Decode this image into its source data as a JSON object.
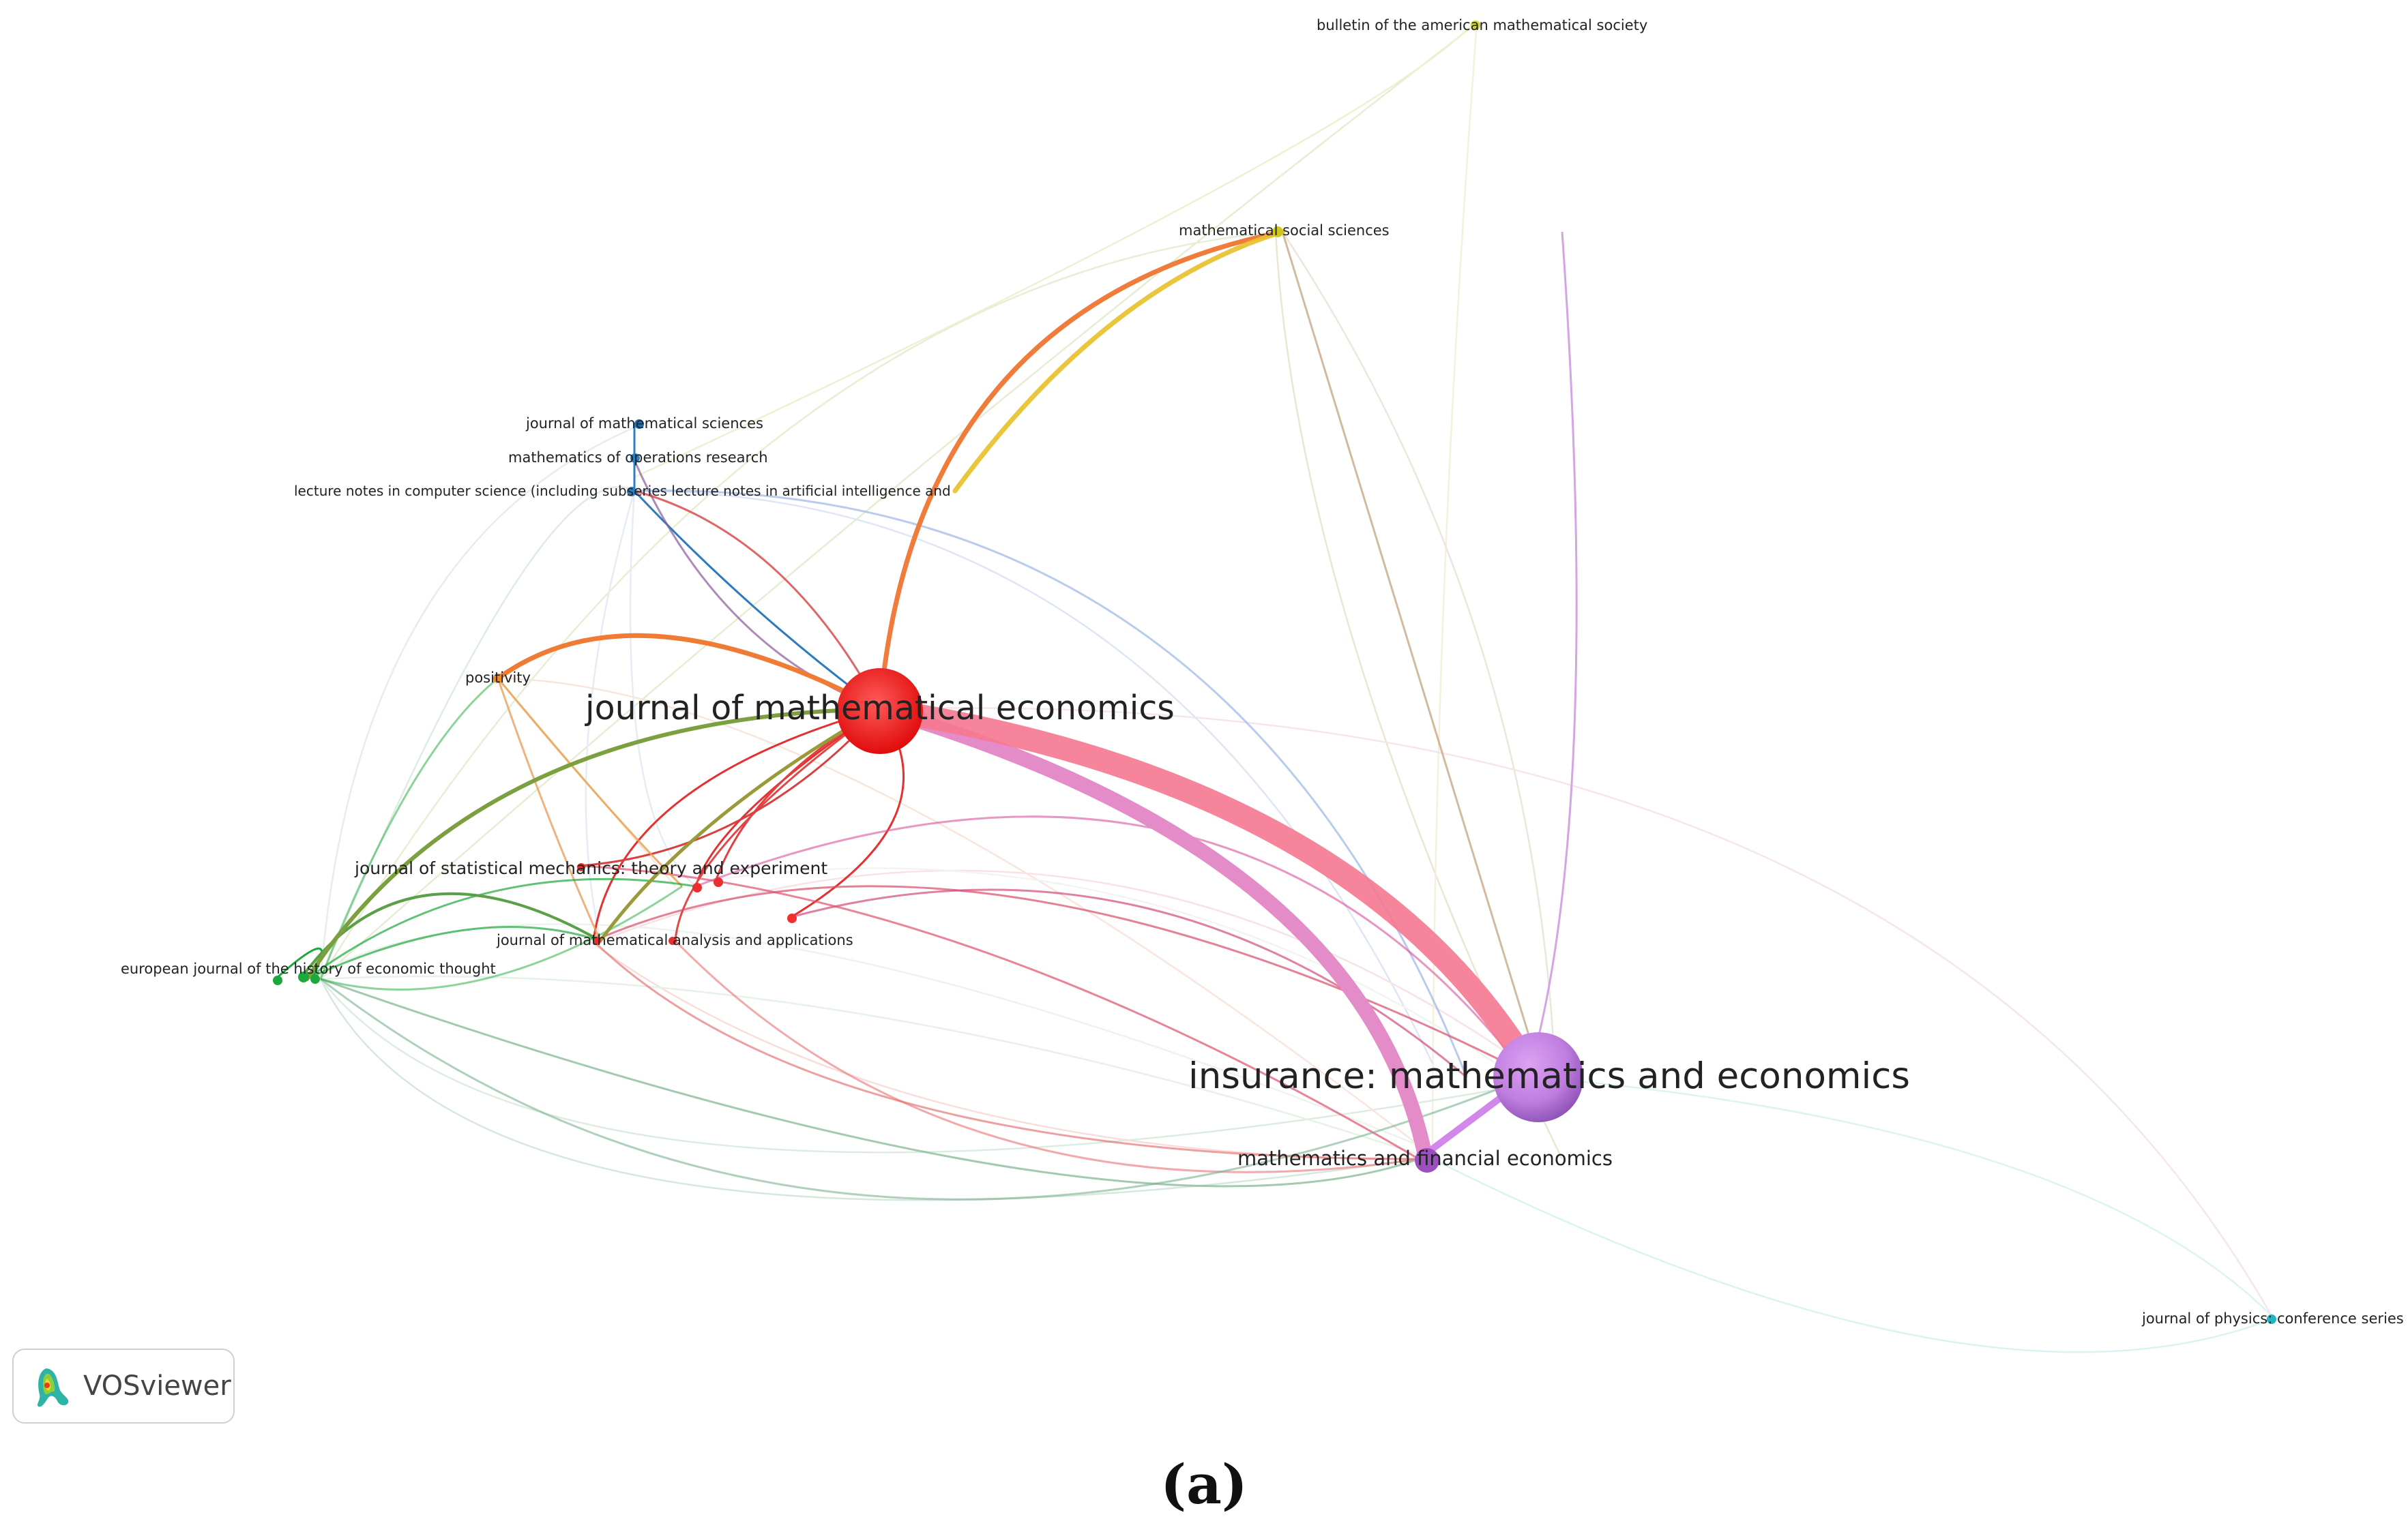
{
  "branding": {
    "logo_text": "VOSviewer"
  },
  "caption": "(a)",
  "nodes": [
    {
      "id": "bams",
      "label": "bulletin of the american mathematical society",
      "color": "#d9d94c"
    },
    {
      "id": "mss",
      "label": "mathematical social sciences",
      "color": "#c9c41a"
    },
    {
      "id": "jms",
      "label": "journal of mathematical sciences",
      "color": "#1f6fb2"
    },
    {
      "id": "mor",
      "label": "mathematics of operations research",
      "color": "#2a7fc7"
    },
    {
      "id": "lncs",
      "label": "lecture notes in computer science (including subseries lecture notes in artificial intelligence and",
      "color": "#2a7fc7"
    },
    {
      "id": "pos",
      "label": "positivity",
      "color": "#f08a24"
    },
    {
      "id": "jme",
      "label": "journal of mathematical economics",
      "color": "#ee1c1c"
    },
    {
      "id": "jsm",
      "label": "journal of statistical mechanics: theory and experiment",
      "color": "#e53030"
    },
    {
      "id": "jmaa",
      "label": "journal of mathematical analysis and applications",
      "color": "#e53030"
    },
    {
      "id": "ejhet",
      "label": "european journal of the history of economic thought",
      "color": "#1ca83a"
    },
    {
      "id": "ime",
      "label": "insurance: mathematics and economics",
      "color": "#c77ee8"
    },
    {
      "id": "mfe",
      "label": "mathematics and financial economics",
      "color": "#9b4fc0"
    },
    {
      "id": "jpcs",
      "label": "journal of physics: conference series",
      "color": "#25b3c4"
    }
  ]
}
